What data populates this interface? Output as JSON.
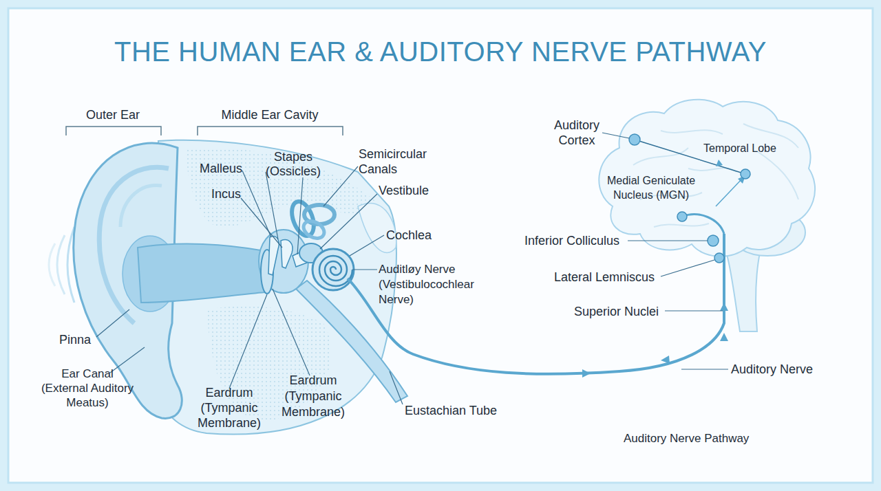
{
  "diagram": {
    "title": "THE HUMAN EAR & AUDITORY NERVE PATHWAY",
    "labels": [
      "Outer Ear",
      "Middle Ear Cavity",
      "Malleus",
      "Incus",
      "Stapes (Ossicles)",
      "Semicircular Canals",
      "Vestibule",
      "Cochlea",
      "Auditløy Nerve (Vestibulocochlear Nerve)",
      "Pinna",
      "Ear Canal (External Auditory Meatus)",
      "Eardrum (Tympanic Membrane)",
      "Eardrum (Tympanic Membrane)",
      "Eustachian Tube",
      "Auditory Cortex",
      "Temporal Lobe",
      "Medial Geniculate Nucleus (MGN)",
      "Inferior Colliculus",
      "Lateral Lemniscus",
      "Superior Nuclei",
      "Auditory Nerve",
      "Auditory Nerve Pathway"
    ]
  }
}
